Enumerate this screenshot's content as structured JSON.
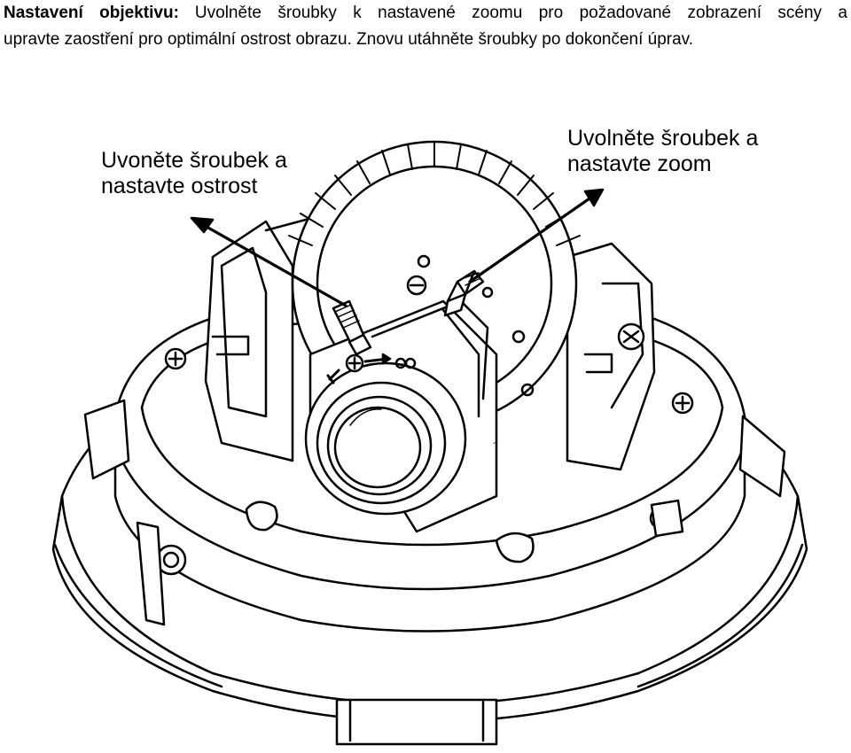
{
  "instructions": {
    "heading": "Nastavení objektivu:",
    "line1": "Uvolněte šroubky k nastavené zoomu pro požadované zobrazení scény a",
    "line2": "upravte zaostření pro optimální ostrost obrazu. Znovu utáhněte šroubky po dokončení úprav."
  },
  "callouts": {
    "focus": {
      "line1": "Uvoněte šroubek a",
      "line2": "nastavte ostrost"
    },
    "zoom": {
      "line1": "Uvolněte šroubek a",
      "line2": "nastavte zoom"
    }
  },
  "colors": {
    "ink": "#000000",
    "paper": "#ffffff",
    "shade": "#d0d0d0"
  }
}
